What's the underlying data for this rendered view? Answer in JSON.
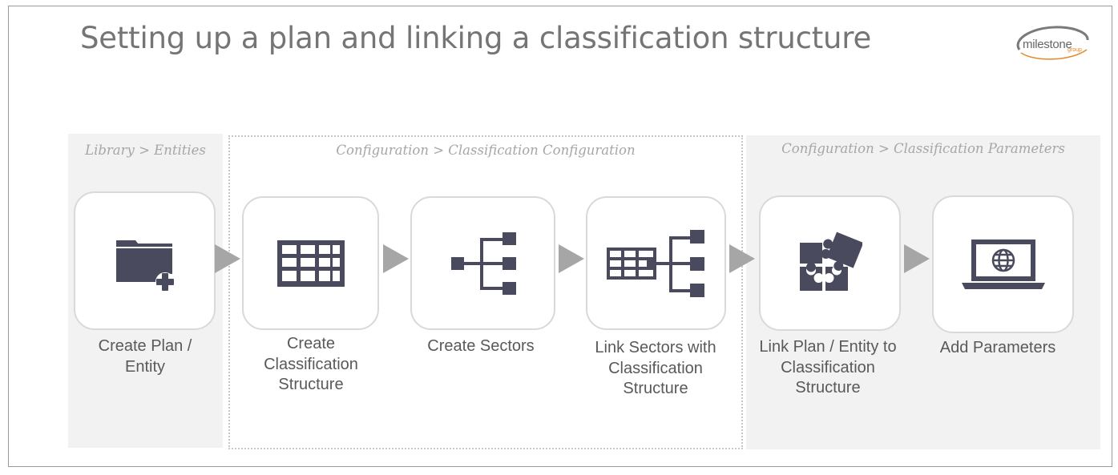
{
  "title": "Setting up a plan and linking a classification structure",
  "logo": {
    "main": "milestone",
    "sub": "group",
    "icon": "milestone-logo"
  },
  "sections": [
    {
      "label": "Library > Entities"
    },
    {
      "label": "Configuration > Classification Configuration"
    },
    {
      "label": "Configuration > Classification Parameters"
    }
  ],
  "steps": [
    {
      "label": "Create Plan / Entity",
      "icon": "folder-add-icon"
    },
    {
      "label": "Create Classification Structure",
      "icon": "table-grid-icon"
    },
    {
      "label": "Create Sectors",
      "icon": "hierarchy-tree-icon"
    },
    {
      "label": "Link Sectors with Classification Structure",
      "icon": "table-link-tree-icon"
    },
    {
      "label": "Link Plan / Entity to Classification Structure",
      "icon": "puzzle-icon"
    },
    {
      "label": "Add Parameters",
      "icon": "laptop-globe-icon"
    }
  ],
  "colors": {
    "icon": "#4a4a5e",
    "arrow": "#a6a6a6",
    "panel": "#f2f2f2",
    "accent": "#e58a2b"
  }
}
